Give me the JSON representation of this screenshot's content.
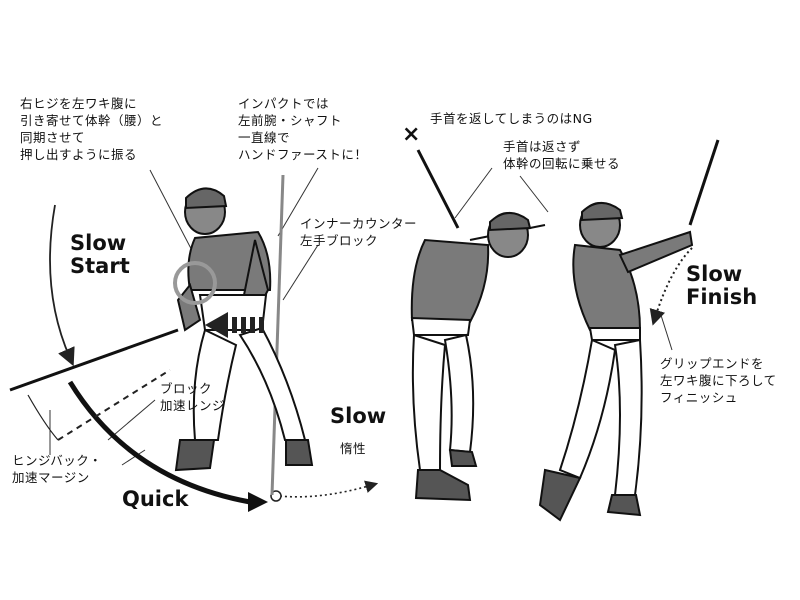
{
  "annotations": {
    "right_elbow": "右ヒジを左ワキ腹に\n引き寄せて体幹（腰）と\n同期させて\n押し出すように振る",
    "impact": "インパクトでは\n左前腕・シャフト\n一直線で\nハンドファーストに！",
    "inner_counter": "インナーカウンター\n左手ブロック",
    "wrist_ng": "手首を返してしまうのはNG",
    "wrist_ok": "手首は返さず\n体幹の回転に乗せる",
    "block_range": "ブロック\n加速レンジ",
    "hinge_back": "ヒンジバック・\n加速マージン",
    "inertia": "惰性",
    "grip_end": "グリップエンドを\n左ワキ腹に下ろして\nフィニッシュ"
  },
  "labels": {
    "slow_start": "Slow\nStart",
    "quick": "Quick",
    "slow": "Slow",
    "slow_finish": "Slow\nFinish"
  },
  "symbols": {
    "ng_mark": "×"
  }
}
